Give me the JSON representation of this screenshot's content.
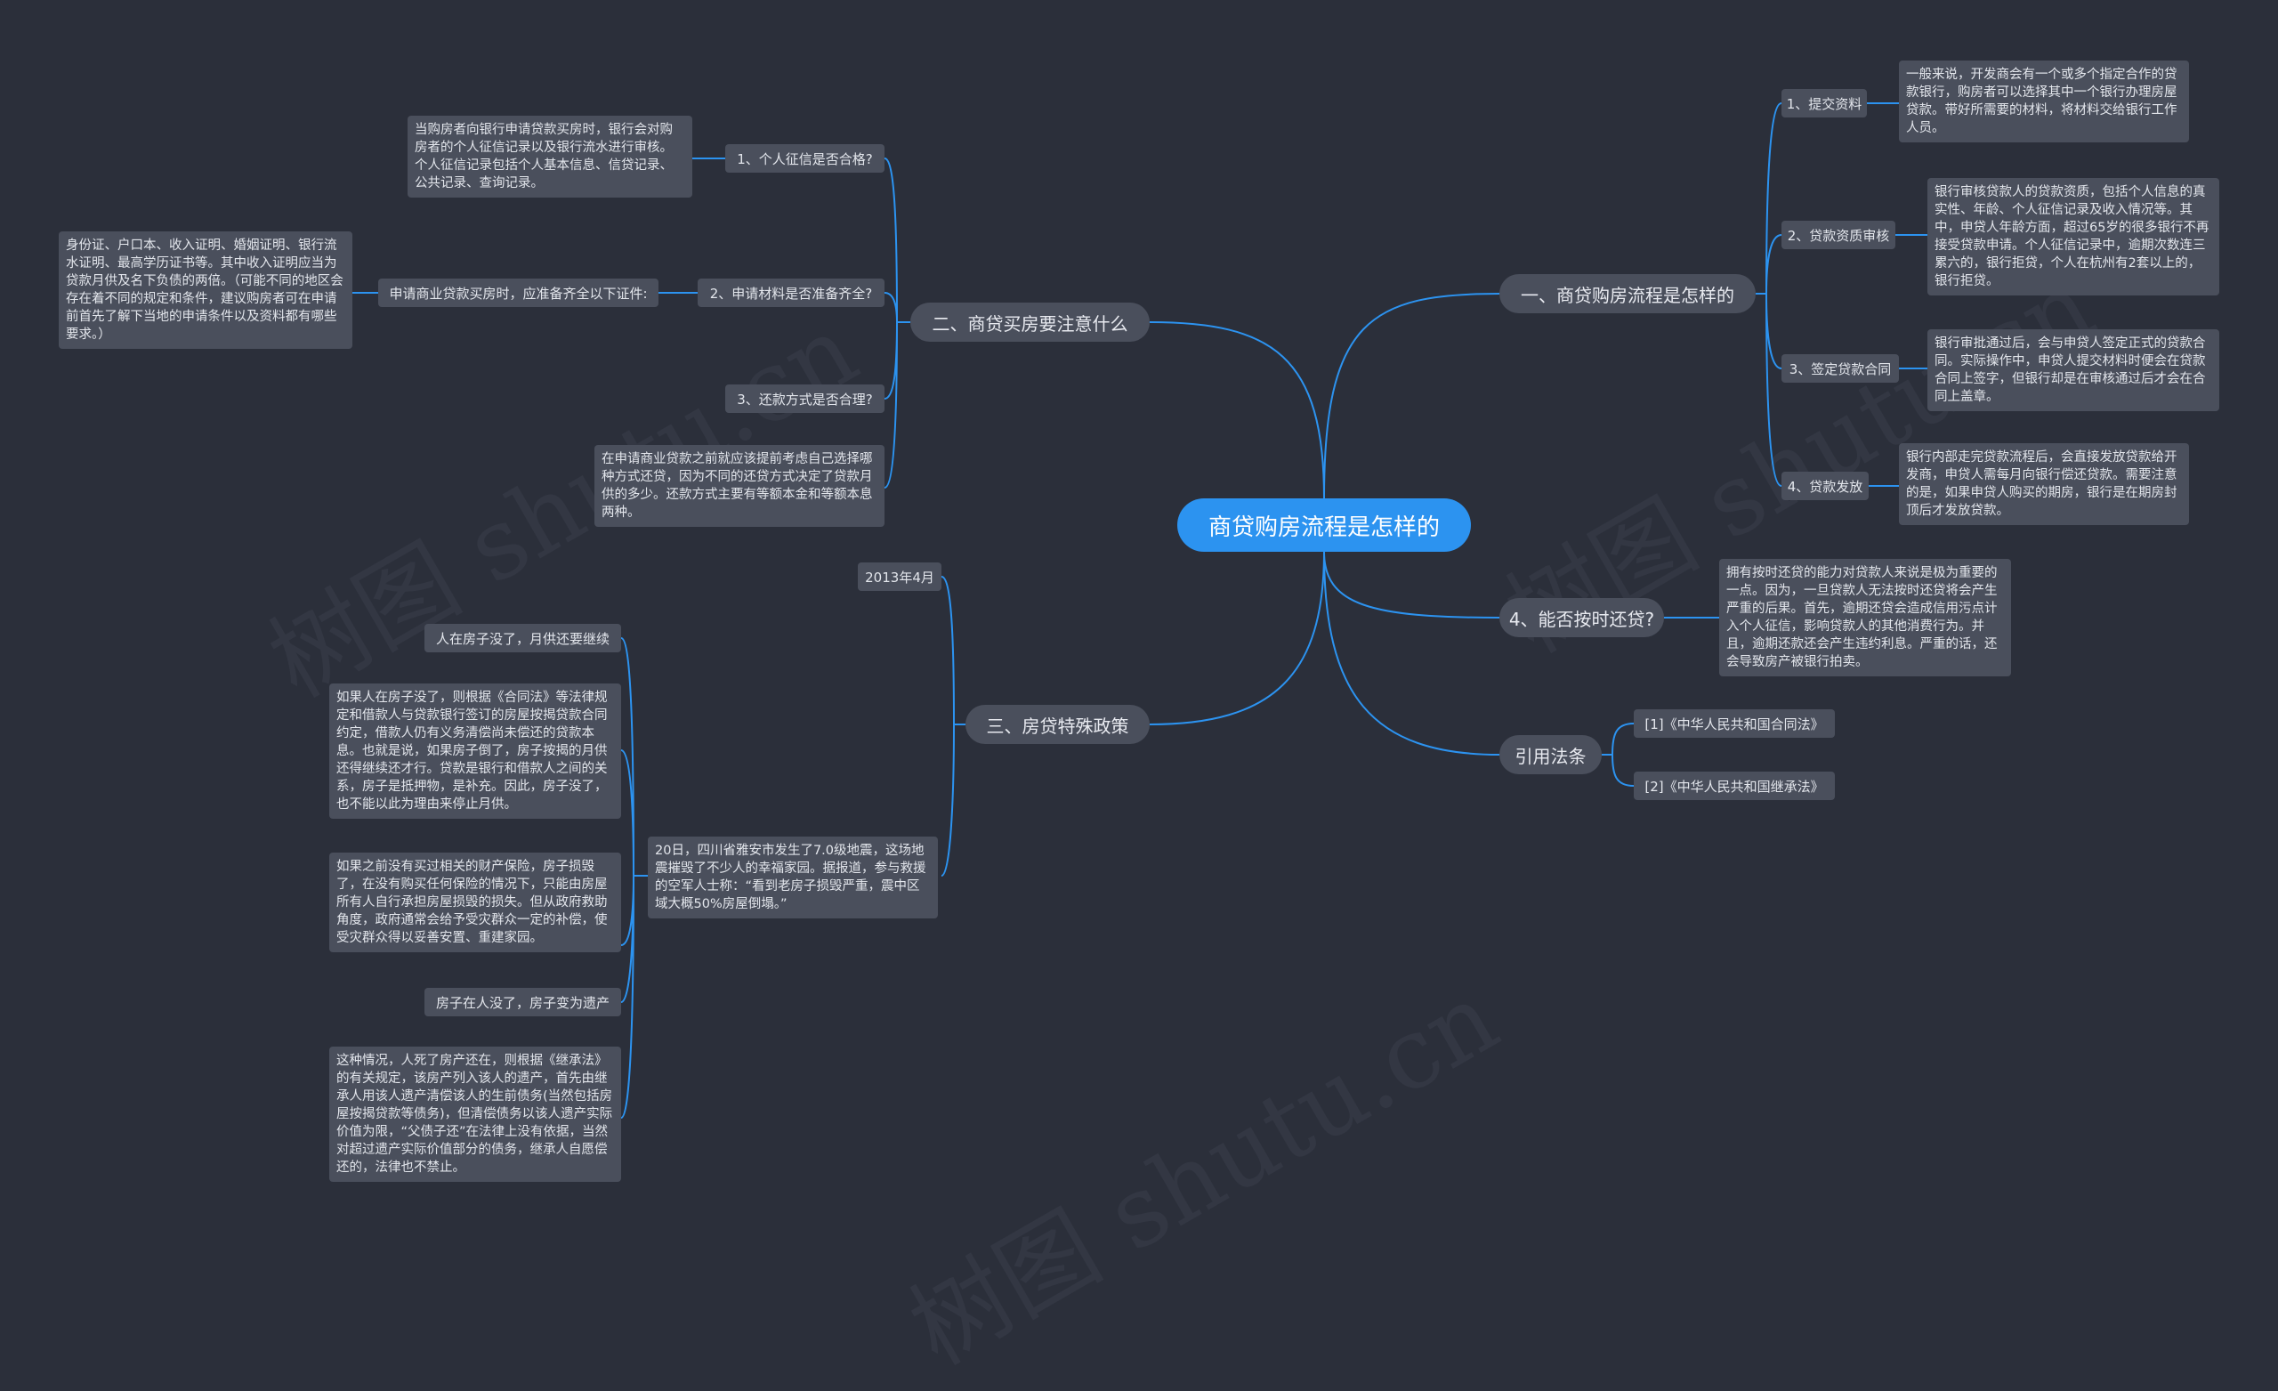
{
  "root": "商贷购房流程是怎样的",
  "branches": {
    "b1": {
      "title": "一、商贷购房流程是怎样的",
      "steps": [
        {
          "label": "1、提交资料",
          "text": "一般来说，开发商会有一个或多个指定合作的贷款银行，购房者可以选择其中一个银行办理房屋贷款。带好所需要的材料，将材料交给银行工作人员。"
        },
        {
          "label": "2、贷款资质审核",
          "text": "银行审核贷款人的贷款资质，包括个人信息的真实性、年龄、个人征信记录及收入情况等。其中，申贷人年龄方面，超过65岁的很多银行不再接受贷款申请。个人征信记录中，逾期次数连三累六的，银行拒贷，个人在杭州有2套以上的，银行拒贷。"
        },
        {
          "label": "3、签定贷款合同",
          "text": "银行审批通过后，会与申贷人签定正式的贷款合同。实际操作中，申贷人提交材料时便会在贷款合同上签字，但银行却是在审核通过后才会在合同上盖章。"
        },
        {
          "label": "4、贷款发放",
          "text": "银行内部走完贷款流程后，会直接发放贷款给开发商，申贷人需每月向银行偿还贷款。需要注意的是，如果申贷人购买的期房，银行是在期房封顶后才发放贷款。"
        }
      ]
    },
    "b4": {
      "title": "4、能否按时还贷?",
      "text": "拥有按时还贷的能力对贷款人来说是极为重要的一点。因为，一旦贷款人无法按时还贷将会产生严重的后果。首先，逾期还贷会造成信用污点计入个人征信，影响贷款人的其他消费行为。并且，逾期还款还会产生违约利息。严重的话，还会导致房产被银行拍卖。"
    },
    "b5": {
      "title": "引用法条",
      "items": [
        "[1]《中华人民共和国合同法》",
        "[2]《中华人民共和国继承法》"
      ]
    },
    "b2": {
      "title": "二、商贷买房要注意什么",
      "q1": {
        "label": "1、个人征信是否合格?",
        "text": "当购房者向银行申请贷款买房时，银行会对购房者的个人征信记录以及银行流水进行审核。个人征信记录包括个人基本信息、信贷记录、公共记录、查询记录。"
      },
      "q2": {
        "label": "2、申请材料是否准备齐全?",
        "mid": "申请商业贷款买房时，应准备齐全以下证件:",
        "text": "身份证、户口本、收入证明、婚姻证明、银行流水证明、最高学历证书等。其中收入证明应当为贷款月供及名下负债的两倍。（可能不同的地区会存在着不同的规定和条件，建议购房者可在申请前首先了解下当地的申请条件以及资料都有哪些要求。）"
      },
      "q3": {
        "label": "3、还款方式是否合理?"
      },
      "note": "在申请商业贷款之前就应该提前考虑自己选择哪种方式还贷，因为不同的还贷方式决定了贷款月供的多少。还款方式主要有等额本金和等额本息两种。"
    },
    "b3": {
      "title": "三、房贷特殊政策",
      "date": "2013年4月",
      "event": "20日，四川省雅安市发生了7.0级地震，这场地震摧毁了不少人的幸福家园。据报道，参与救援的空军人士称：“看到老房子损毁严重，震中区域大概50%房屋倒塌。”",
      "items": [
        "人在房子没了，月供还要继续",
        "如果人在房子没了，则根据《合同法》等法律规定和借款人与贷款银行签订的房屋按揭贷款合同约定，借款人仍有义务清偿尚未偿还的贷款本息。也就是说，如果房子倒了，房子按揭的月供还得继续还才行。贷款是银行和借款人之间的关系，房子是抵押物，是补充。因此，房子没了，也不能以此为理由来停止月供。",
        "如果之前没有买过相关的财产保险，房子损毁了，在没有购买任何保险的情况下，只能由房屋所有人自行承担房屋损毁的损失。但从政府救助角度，政府通常会给予受灾群众一定的补偿，使受灾群众得以妥善安置、重建家园。",
        "房子在人没了，房子变为遗产",
        "这种情况，人死了房产还在，则根据《继承法》的有关规定，该房产列入该人的遗产，首先由继承人用该人遗产清偿该人的生前债务(当然包括房屋按揭贷款等债务)，但清偿债务以该人遗产实际价值为限，“父债子还”在法律上没有依据，当然对超过遗产实际价值部分的债务，继承人自愿偿还的，法律也不禁止。"
      ]
    }
  },
  "watermarks": [
    "树图 shutu.cn",
    "树图 shutu.cn",
    "树图 shutu.cn"
  ],
  "colors": {
    "background": "#2b2f3a",
    "root": "#2c93f0",
    "node": "#4a4f5c",
    "line": "#2c93f0"
  }
}
